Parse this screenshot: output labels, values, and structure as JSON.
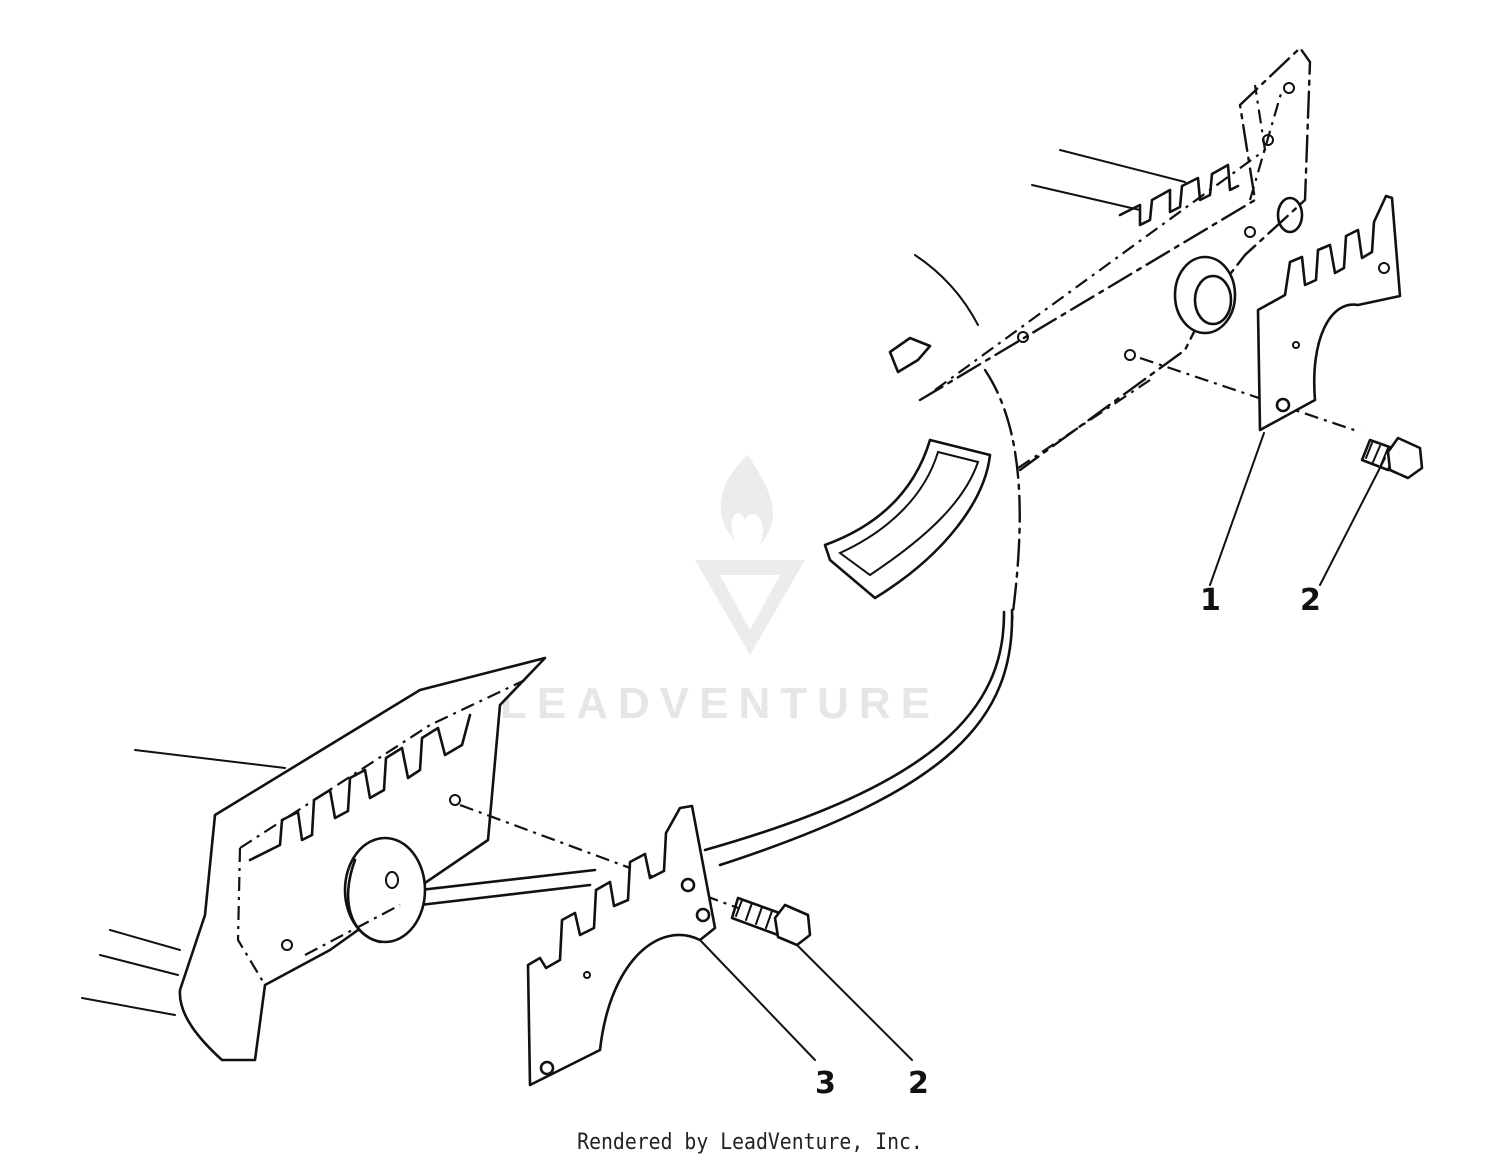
{
  "callouts": {
    "part_1": "1",
    "part_2_upper": "2",
    "part_3": "3",
    "part_2_lower": "2"
  },
  "watermark": {
    "text": "LEADVENTURE"
  },
  "footer": {
    "credit": "Rendered by LeadVenture, Inc."
  },
  "colors": {
    "ink": "#111111",
    "background": "#ffffff",
    "watermark": "#e6e6e6"
  }
}
